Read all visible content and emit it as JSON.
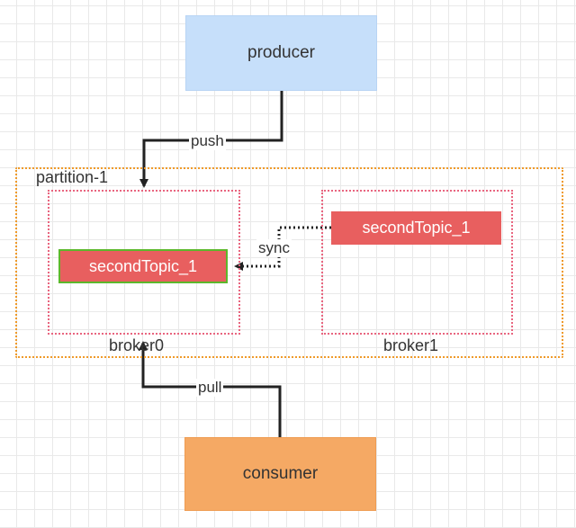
{
  "nodes": {
    "producer": "producer",
    "consumer": "consumer",
    "partition": "partition-1",
    "broker0": "broker0",
    "broker1": "broker1",
    "topic_leader": "secondTopic_1",
    "topic_replica": "secondTopic_1"
  },
  "edges": {
    "push": "push",
    "sync": "sync",
    "pull": "pull"
  },
  "colors": {
    "producer_fill": "#c6dffa",
    "consumer_fill": "#f5a964",
    "topic_fill": "#e85f5f",
    "leader_border": "#5cb82c",
    "partition_border": "#ef9a2a",
    "broker_border": "#e8657f"
  }
}
